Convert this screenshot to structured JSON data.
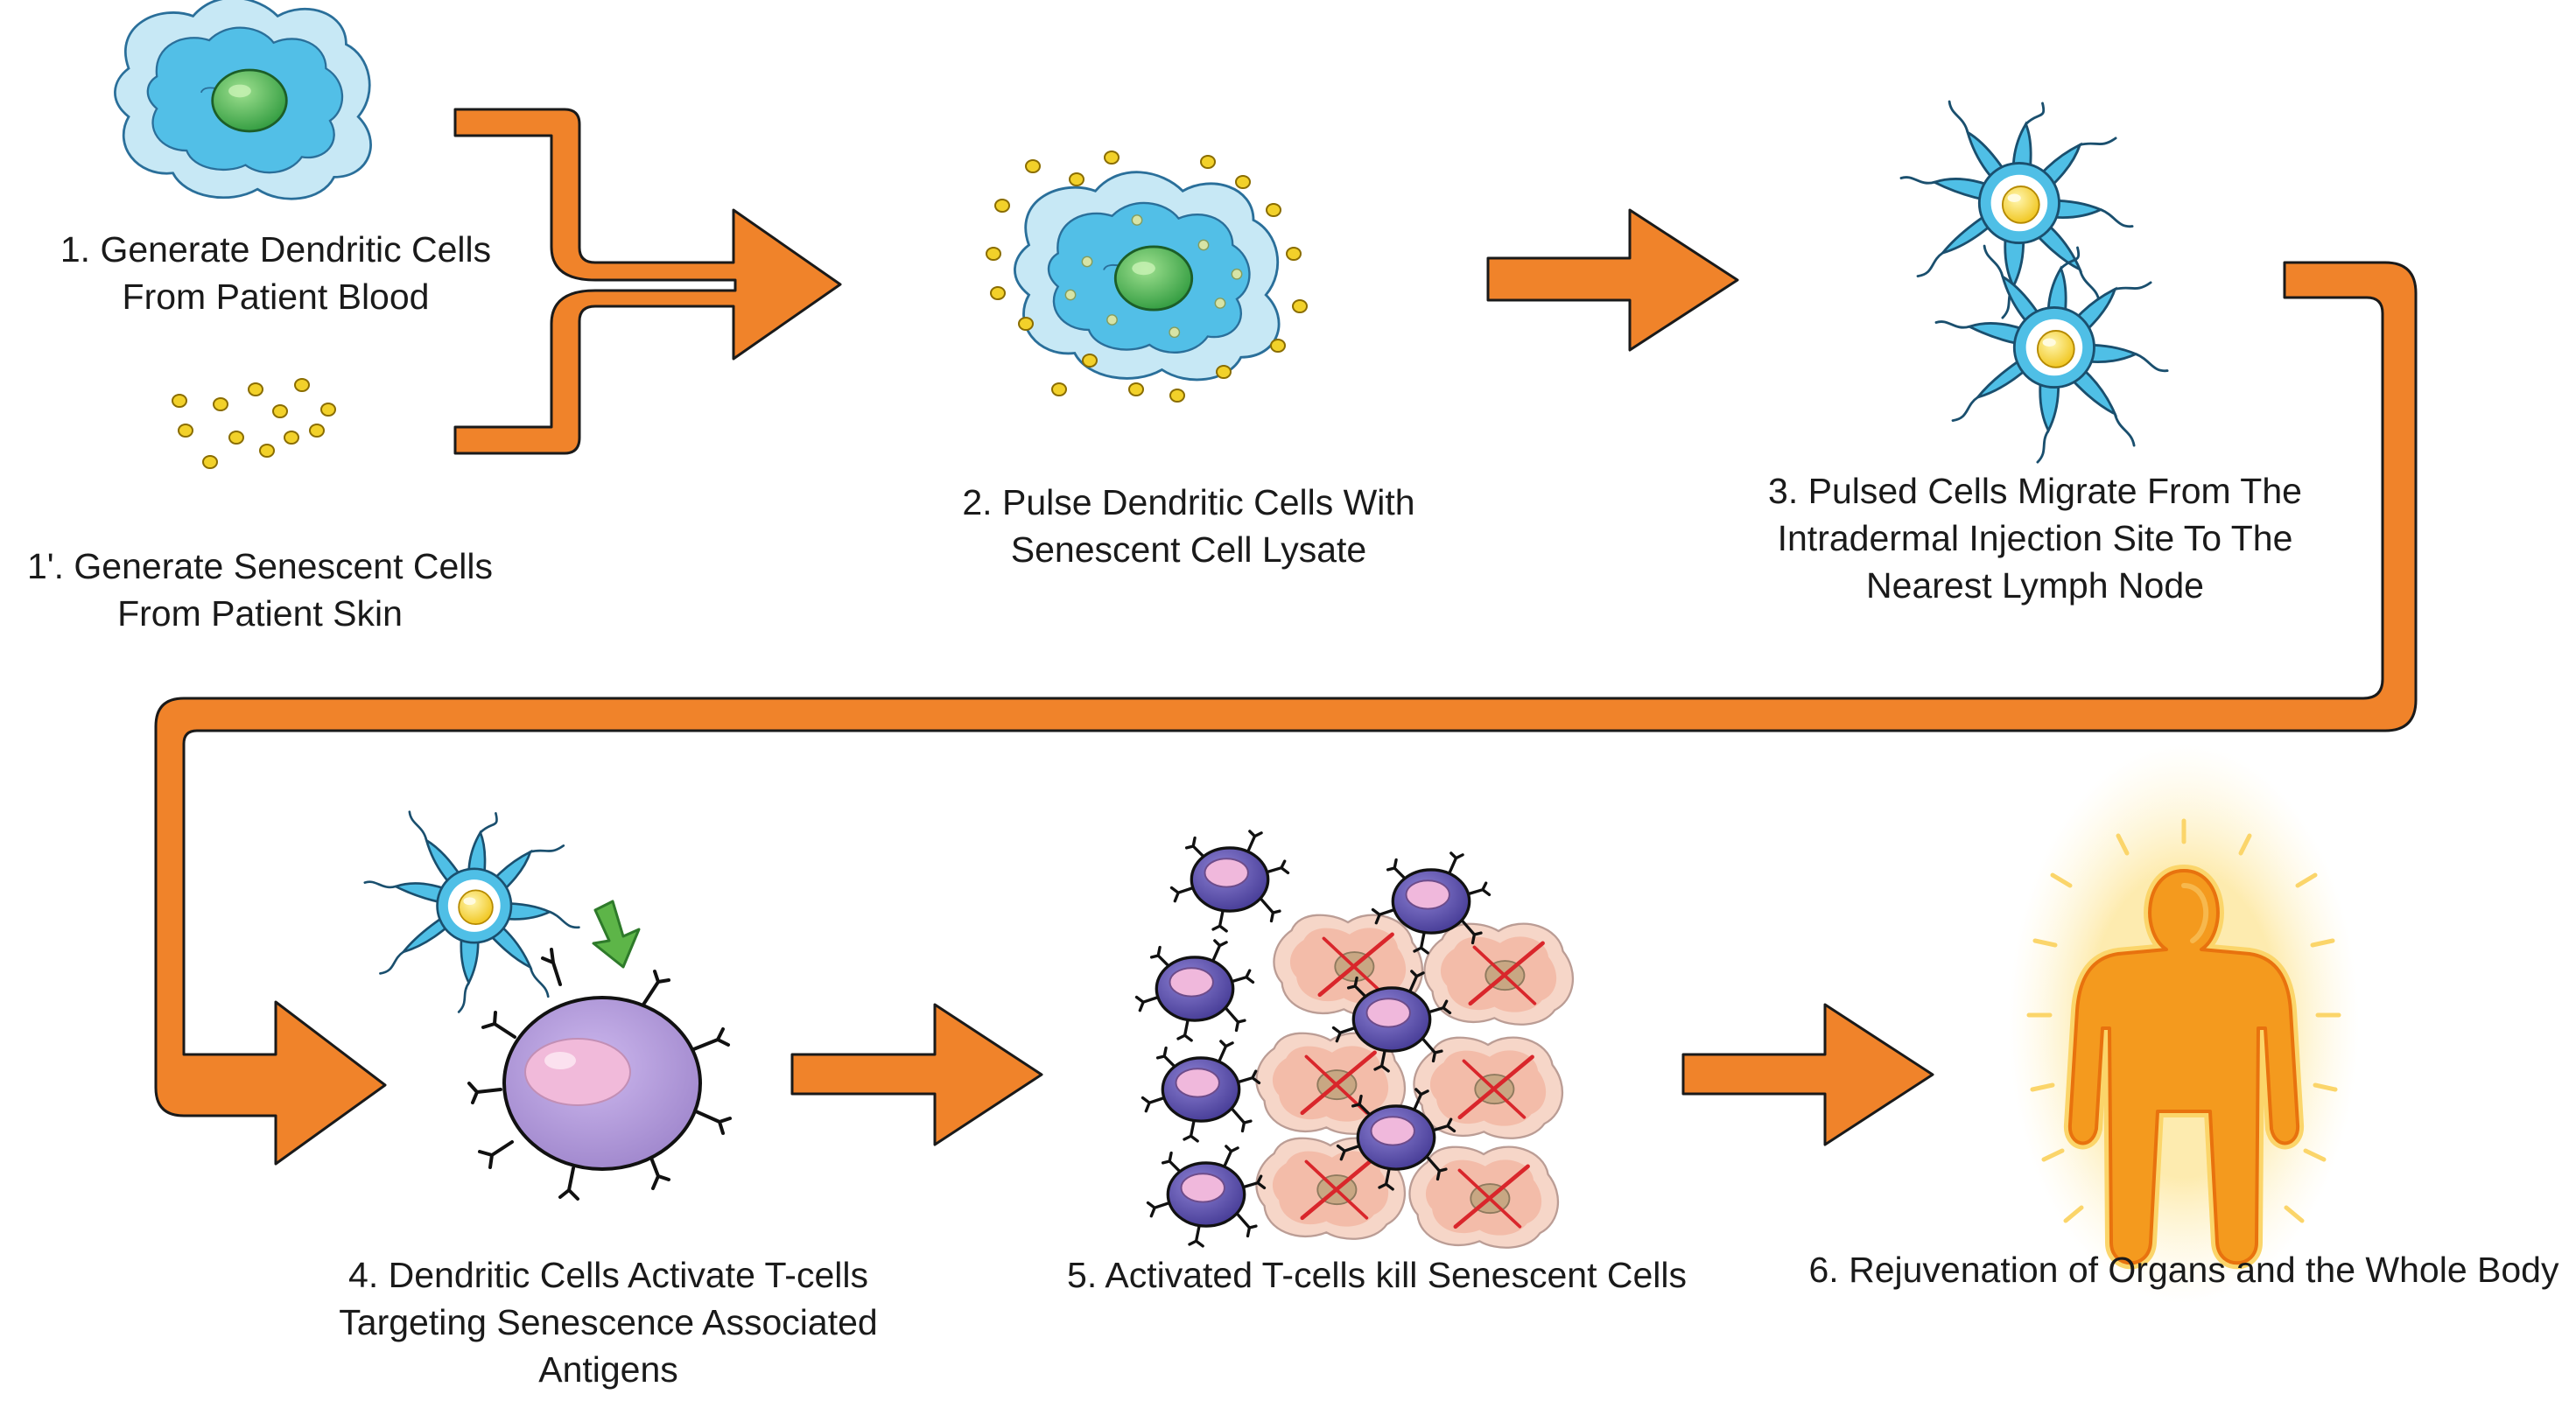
{
  "colors": {
    "arrow": "#f0832a",
    "arrow_stroke": "#1a1a1a",
    "dendritic_body": "#b9e2f2",
    "dendritic_inner": "#4fbfe6",
    "nucleus_green": "#3bb34a",
    "nucleus_yellow": "#f6d21f",
    "antigen": "#f2d12a",
    "tcell": "#b29ad8",
    "tcell_dark": "#5a4ea8",
    "tcell_nucleus": "#ecb4d8",
    "senescent": "#f4c5b6",
    "senescent_nucleus": "#c9aa86",
    "kill_mark": "#e0262a",
    "body_orange": "#f49a1e",
    "glow": "#fbd56a",
    "green_arrow": "#5db548"
  },
  "icons": [
    "dendritic-cell-icon",
    "antigen-particles-icon",
    "pulsed-dendritic-cell-icon",
    "migrating-dendritic-cell-icon",
    "t-cell-icon",
    "senescent-cell-icon",
    "human-body-icon"
  ],
  "steps": {
    "step1": {
      "lines": [
        "1. Generate Dendritic Cells",
        "From Patient Blood"
      ]
    },
    "step1b": {
      "lines": [
        "1'. Generate Senescent Cells",
        "From Patient Skin"
      ]
    },
    "step2": {
      "lines": [
        "2. Pulse Dendritic Cells With",
        "Senescent Cell Lysate"
      ]
    },
    "step3": {
      "lines": [
        "3. Pulsed Cells Migrate From The",
        "Intradermal Injection Site To The",
        "Nearest Lymph Node"
      ]
    },
    "step4": {
      "lines": [
        "4. Dendritic Cells Activate T-cells",
        "Targeting Senescence Associated",
        "Antigens"
      ]
    },
    "step5": {
      "lines": [
        "5. Activated T-cells kill Senescent Cells"
      ]
    },
    "step6": {
      "lines": [
        "6. Rejuvenation of Organs and the Whole Body"
      ]
    }
  }
}
